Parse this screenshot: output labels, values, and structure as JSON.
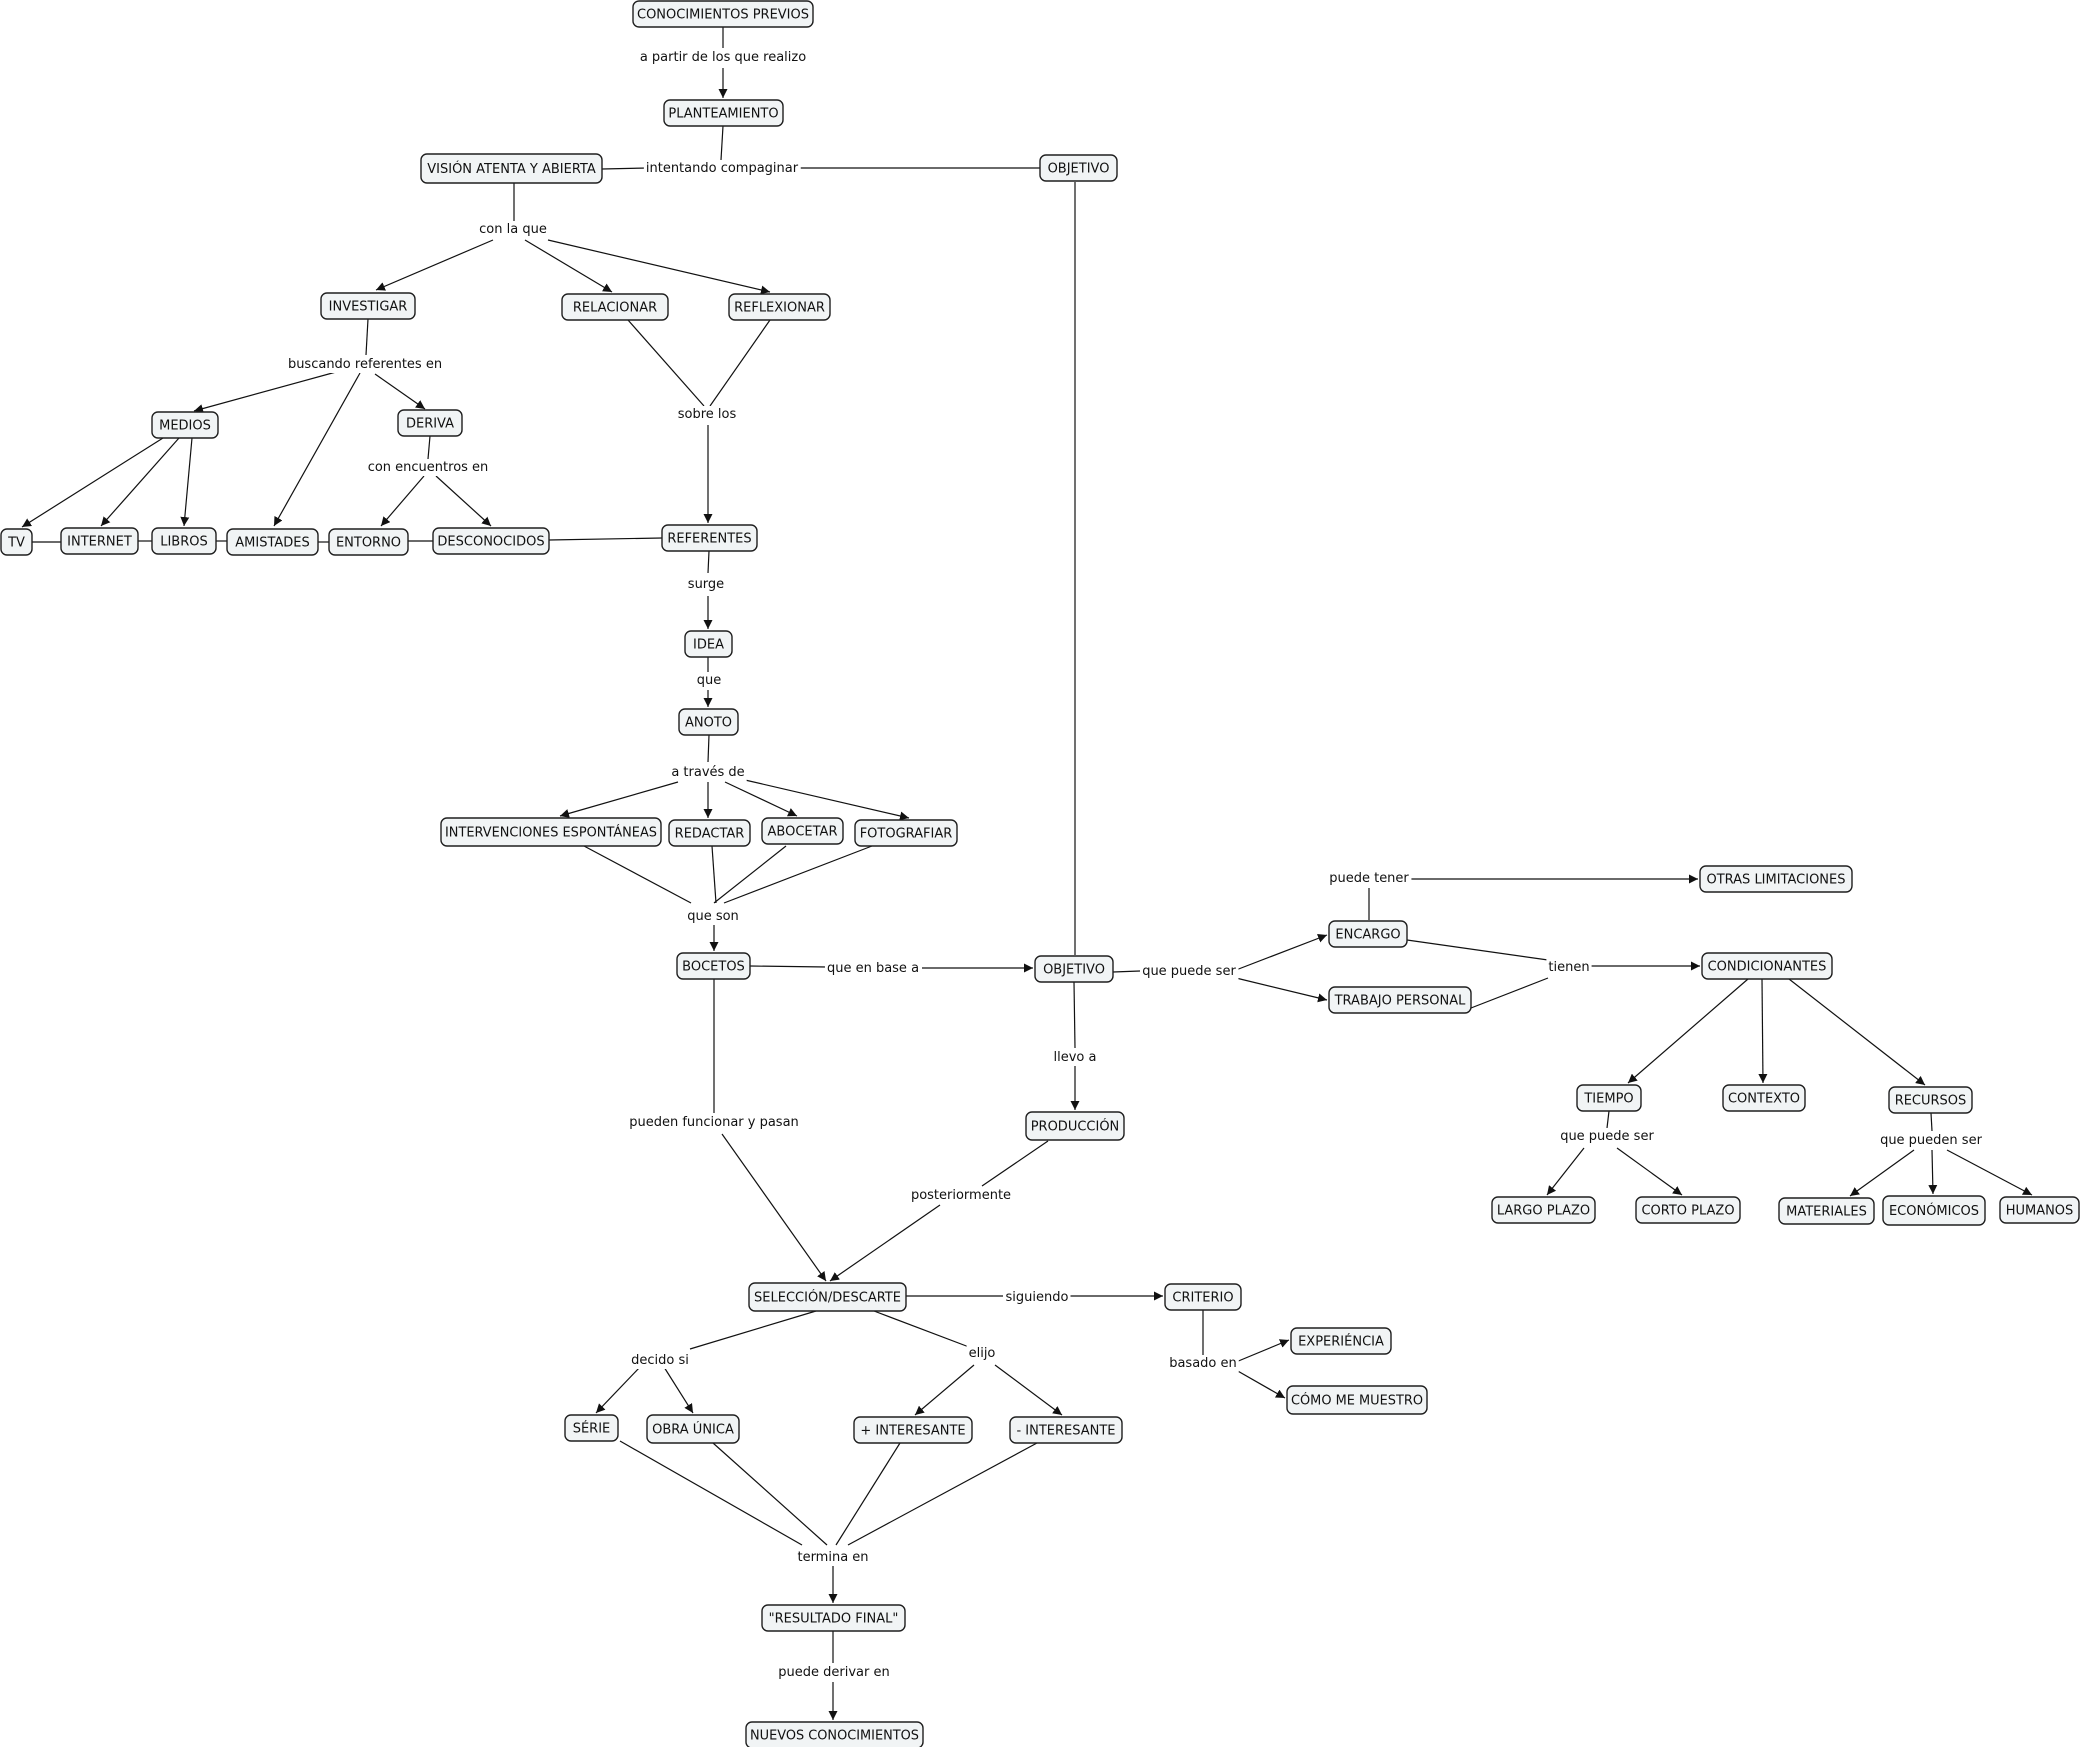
{
  "nodes": [
    {
      "id": "conocimientos",
      "label": "CONOCIMIENTOS PREVIOS"
    },
    {
      "id": "planteamiento",
      "label": "PLANTEAMIENTO"
    },
    {
      "id": "vision",
      "label": "VISIÓN ATENTA Y ABIERTA"
    },
    {
      "id": "objetivo1",
      "label": "OBJETIVO"
    },
    {
      "id": "investigar",
      "label": "INVESTIGAR"
    },
    {
      "id": "relacionar",
      "label": "RELACIONAR"
    },
    {
      "id": "reflexionar",
      "label": "REFLEXIONAR"
    },
    {
      "id": "medios",
      "label": "MEDIOS"
    },
    {
      "id": "deriva",
      "label": "DERIVA"
    },
    {
      "id": "tv",
      "label": "TV"
    },
    {
      "id": "internet",
      "label": "INTERNET"
    },
    {
      "id": "libros",
      "label": "LIBROS"
    },
    {
      "id": "amistades",
      "label": "AMISTADES"
    },
    {
      "id": "entorno",
      "label": "ENTORNO"
    },
    {
      "id": "desconocidos",
      "label": "DESCONOCIDOS"
    },
    {
      "id": "referentes",
      "label": "REFERENTES"
    },
    {
      "id": "idea",
      "label": "IDEA"
    },
    {
      "id": "anoto",
      "label": "ANOTO"
    },
    {
      "id": "intervenciones",
      "label": "INTERVENCIONES ESPONTÁNEAS"
    },
    {
      "id": "redactar",
      "label": "REDACTAR"
    },
    {
      "id": "abocetar",
      "label": "ABOCETAR"
    },
    {
      "id": "fotografiar",
      "label": "FOTOGRAFIAR"
    },
    {
      "id": "bocetos",
      "label": "BOCETOS"
    },
    {
      "id": "objetivo2",
      "label": "OBJETIVO"
    },
    {
      "id": "encargo",
      "label": "ENCARGO"
    },
    {
      "id": "trabajo",
      "label": "TRABAJO PERSONAL"
    },
    {
      "id": "otras",
      "label": "OTRAS LIMITACIONES"
    },
    {
      "id": "condicionantes",
      "label": "CONDICIONANTES"
    },
    {
      "id": "tiempo",
      "label": "TIEMPO"
    },
    {
      "id": "contexto",
      "label": "CONTEXTO"
    },
    {
      "id": "recursos",
      "label": "RECURSOS"
    },
    {
      "id": "largo",
      "label": "LARGO PLAZO"
    },
    {
      "id": "corto",
      "label": "CORTO PLAZO"
    },
    {
      "id": "materiales",
      "label": "MATERIALES"
    },
    {
      "id": "economicos",
      "label": "ECONÓMICOS"
    },
    {
      "id": "humanos",
      "label": "HUMANOS"
    },
    {
      "id": "produccion",
      "label": "PRODUCCIÓN"
    },
    {
      "id": "seleccion",
      "label": "SELECCIÓN/DESCARTE"
    },
    {
      "id": "criterio",
      "label": "CRITERIO"
    },
    {
      "id": "experiencia",
      "label": "EXPERIÉNCIA"
    },
    {
      "id": "comomuestro",
      "label": "CÓMO ME MUESTRO"
    },
    {
      "id": "serie",
      "label": "SÉRIE"
    },
    {
      "id": "obraunica",
      "label": "OBRA ÚNICA"
    },
    {
      "id": "masinteresante",
      "label": "+ INTERESANTE"
    },
    {
      "id": "menosinteresante",
      "label": "- INTERESANTE"
    },
    {
      "id": "resultado",
      "label": "\"RESULTADO FINAL\""
    },
    {
      "id": "nuevos",
      "label": "NUEVOS CONOCIMIENTOS"
    }
  ],
  "links": [
    {
      "id": "l_apartir",
      "label": "a partir de los que realizo"
    },
    {
      "id": "l_intentando",
      "label": "intentando compaginar"
    },
    {
      "id": "l_conlaque",
      "label": "con la que"
    },
    {
      "id": "l_buscando",
      "label": "buscando referentes en"
    },
    {
      "id": "l_conencuentros",
      "label": "con encuentros en"
    },
    {
      "id": "l_sobrelos",
      "label": "sobre los"
    },
    {
      "id": "l_surge",
      "label": "surge"
    },
    {
      "id": "l_que",
      "label": "que"
    },
    {
      "id": "l_atraves",
      "label": "a través de"
    },
    {
      "id": "l_queson",
      "label": "que son"
    },
    {
      "id": "l_queenbase",
      "label": "que en base a"
    },
    {
      "id": "l_quepuedeser",
      "label": "que puede ser"
    },
    {
      "id": "l_puedetener",
      "label": "puede tener"
    },
    {
      "id": "l_tienen",
      "label": "tienen"
    },
    {
      "id": "l_quepuedeser2",
      "label": "que puede ser"
    },
    {
      "id": "l_quepuedenser",
      "label": "que pueden ser"
    },
    {
      "id": "l_llevoa",
      "label": "llevo a"
    },
    {
      "id": "l_pueden",
      "label": "pueden funcionar y pasan"
    },
    {
      "id": "l_posteriormente",
      "label": "posteriormente"
    },
    {
      "id": "l_siguiendo",
      "label": "siguiendo"
    },
    {
      "id": "l_basadoen",
      "label": "basado en"
    },
    {
      "id": "l_decidosi",
      "label": "decido si"
    },
    {
      "id": "l_elijo",
      "label": "elijo"
    },
    {
      "id": "l_terminaen",
      "label": "termina en"
    },
    {
      "id": "l_puedederivar",
      "label": "puede derivar en"
    }
  ]
}
